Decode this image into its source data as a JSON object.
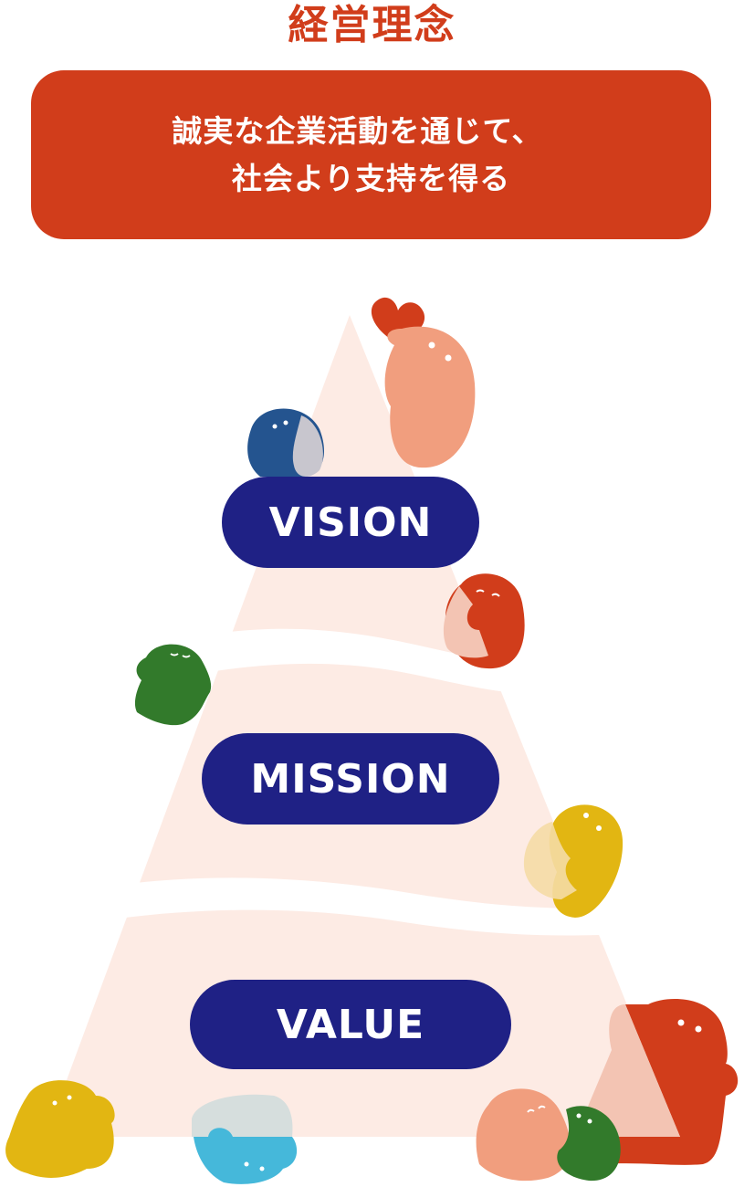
{
  "title": "経営理念",
  "philosophy": {
    "line1": "誠実な企業活動を通じて、",
    "line2": "社会より支持を得る"
  },
  "pyramid": {
    "tiers": [
      {
        "label": "VISION"
      },
      {
        "label": "MISSION"
      },
      {
        "label": "VALUE"
      }
    ]
  },
  "colors": {
    "accent_red": "#d13d1b",
    "navy": "#1f2185",
    "pyramid_fill": "#fdebe4",
    "salmon": "#f19e7e",
    "blue": "#24548f",
    "green": "#327a2b",
    "yellow": "#e2b612",
    "light_blue": "#45b8da"
  }
}
